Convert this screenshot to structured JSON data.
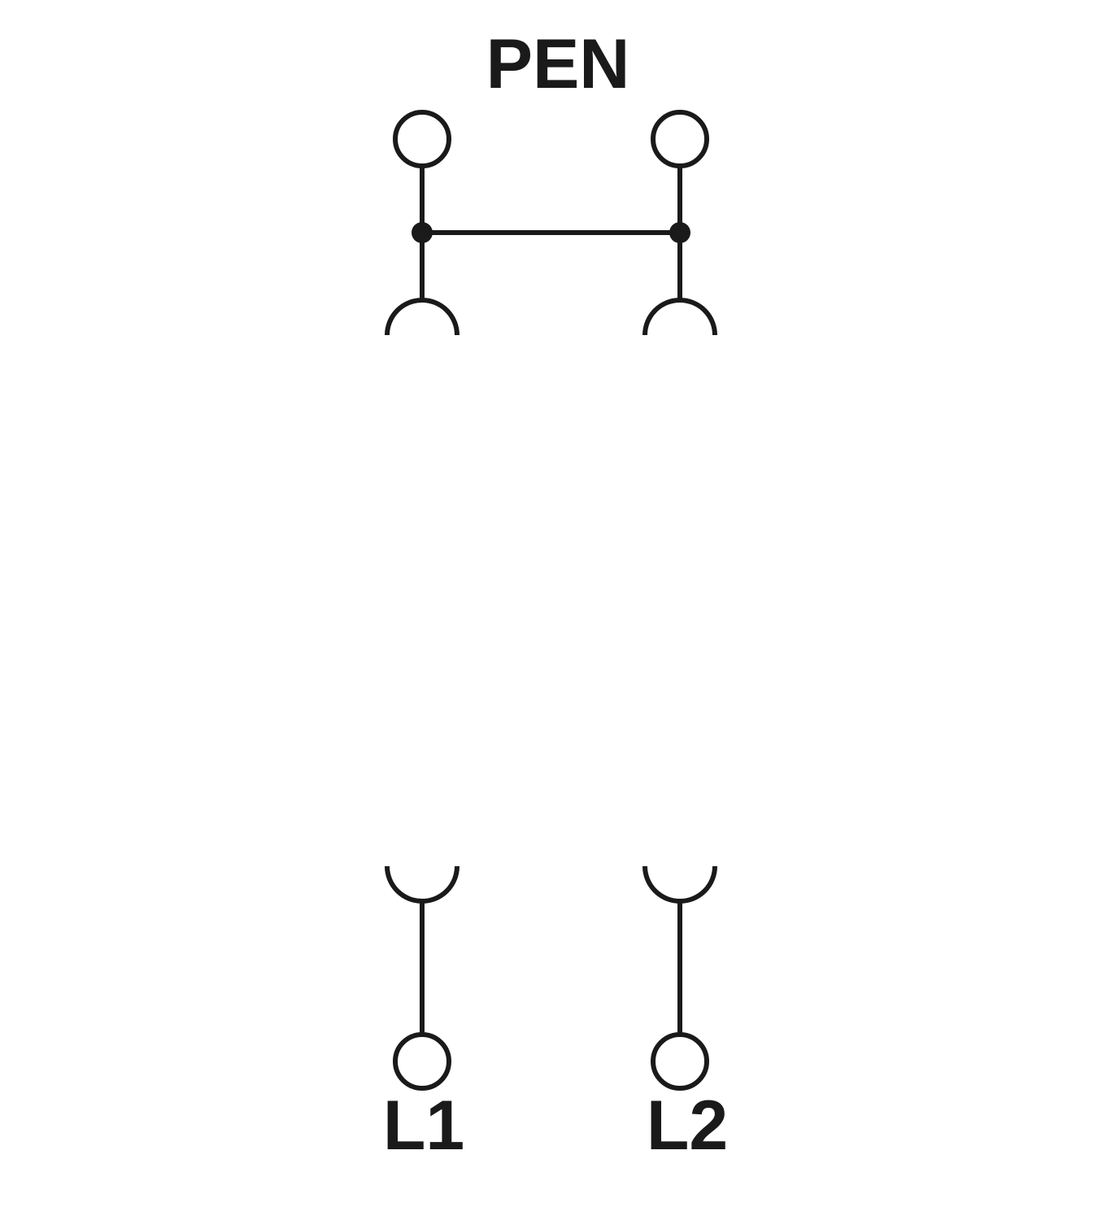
{
  "labels": {
    "top": "PEN",
    "bottom_left": "L1",
    "bottom_right": "L2"
  },
  "colors": {
    "stroke": "#1a1a1a",
    "background": "#ffffff"
  }
}
